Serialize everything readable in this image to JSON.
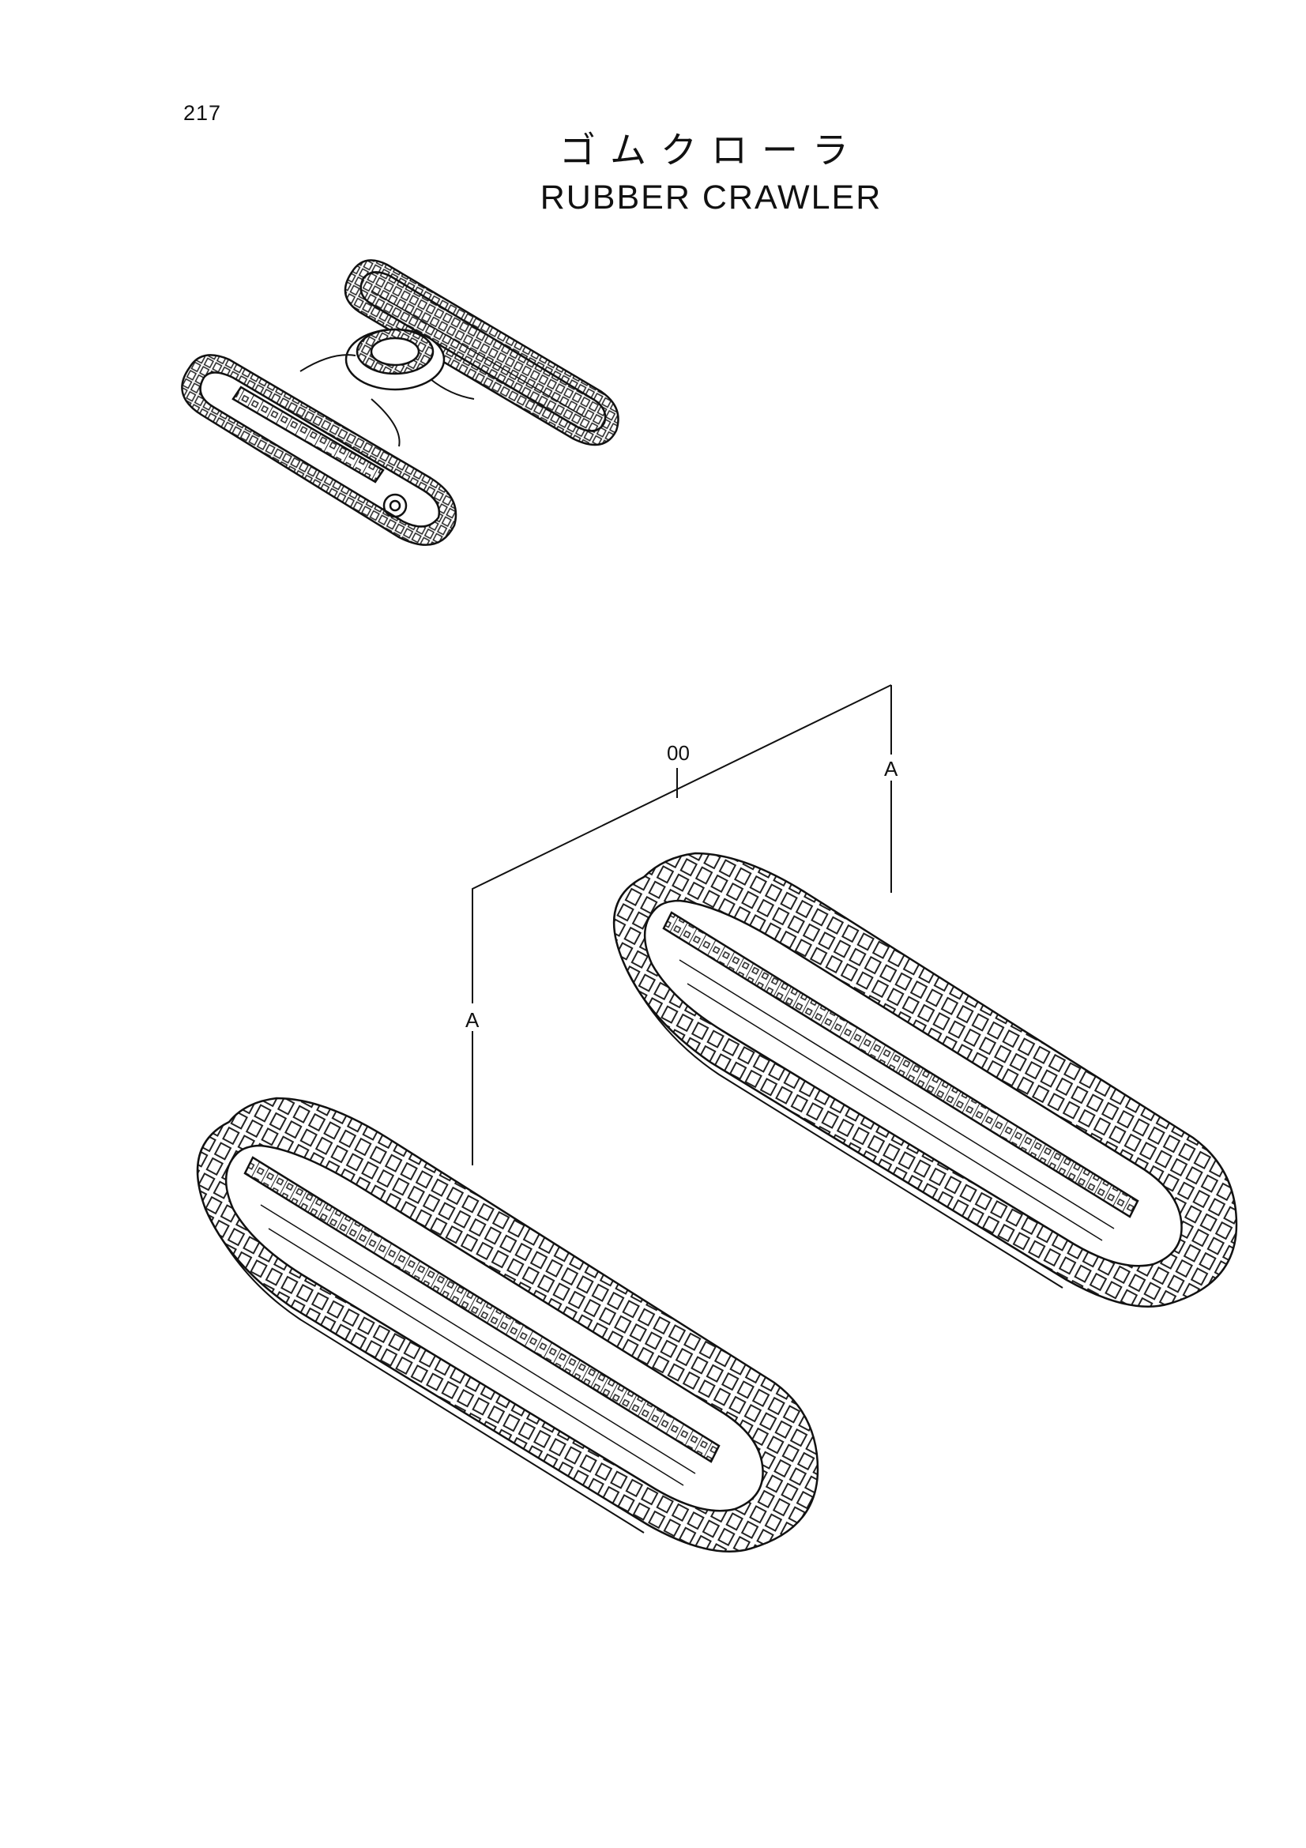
{
  "page": {
    "number": "217"
  },
  "title": {
    "japanese": "ゴムクローラ",
    "english": "RUBBER CRAWLER"
  },
  "callouts": {
    "assembly_ref": "00",
    "part_a_right": "A",
    "part_a_left": "A"
  }
}
